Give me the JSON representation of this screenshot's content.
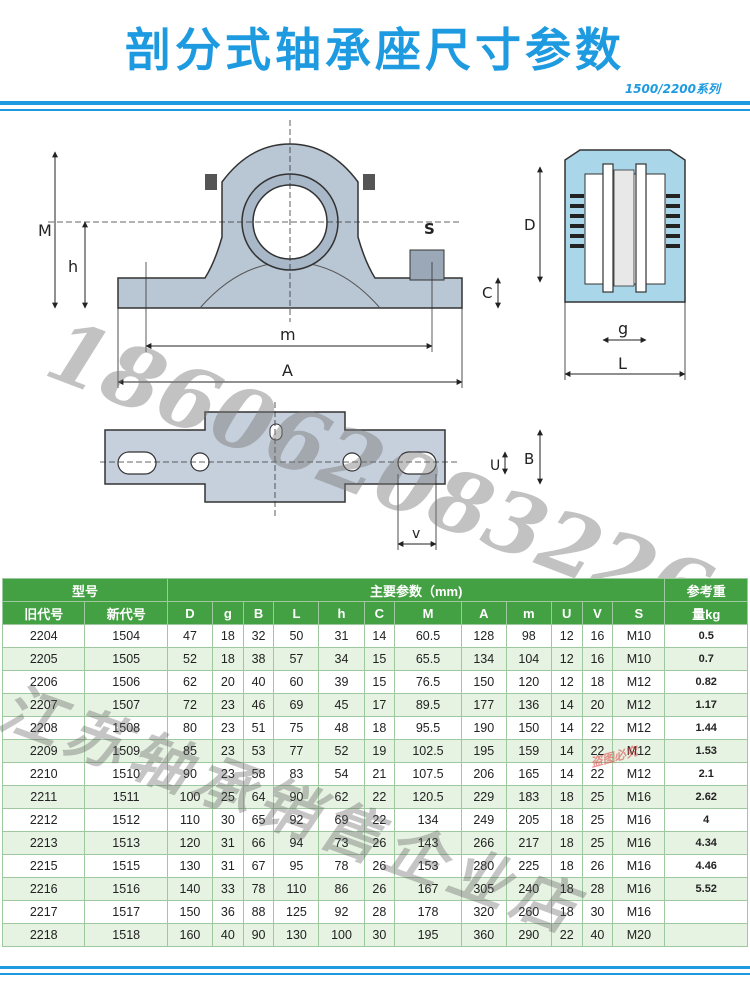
{
  "header": {
    "title": "剖分式轴承座尺寸参数",
    "series": "1500/2200系列"
  },
  "drawing_labels": {
    "M": "M",
    "h": "h",
    "S": "S",
    "C": "C",
    "m": "m",
    "A": "A",
    "D": "D",
    "g": "g",
    "L": "L",
    "U": "U",
    "B": "B",
    "V": "v"
  },
  "watermark": {
    "phone": "18606208322​6",
    "company": "江苏轴承销售企业店",
    "small": "盗图必究"
  },
  "table": {
    "group_model": "型号",
    "group_main": "主要参数（mm)",
    "group_weight": "参考重",
    "weight_unit": "量kg",
    "columns": [
      "旧代号",
      "新代号",
      "D",
      "g",
      "B",
      "L",
      "h",
      "C",
      "M",
      "A",
      "m",
      "U",
      "V",
      "S"
    ],
    "rows": [
      [
        "2204",
        "1504",
        "47",
        "18",
        "32",
        "50",
        "31",
        "14",
        "60.5",
        "128",
        "98",
        "12",
        "16",
        "M10",
        "0.5"
      ],
      [
        "2205",
        "1505",
        "52",
        "18",
        "38",
        "57",
        "34",
        "15",
        "65.5",
        "134",
        "104",
        "12",
        "16",
        "M10",
        "0.7"
      ],
      [
        "2206",
        "1506",
        "62",
        "20",
        "40",
        "60",
        "39",
        "15",
        "76.5",
        "150",
        "120",
        "12",
        "18",
        "M12",
        "0.82"
      ],
      [
        "2207",
        "1507",
        "72",
        "23",
        "46",
        "69",
        "45",
        "17",
        "89.5",
        "177",
        "136",
        "14",
        "20",
        "M12",
        "1.17"
      ],
      [
        "2208",
        "1508",
        "80",
        "23",
        "51",
        "75",
        "48",
        "18",
        "95.5",
        "190",
        "150",
        "14",
        "22",
        "M12",
        "1.44"
      ],
      [
        "2209",
        "1509",
        "85",
        "23",
        "53",
        "77",
        "52",
        "19",
        "102.5",
        "195",
        "159",
        "14",
        "22",
        "M12",
        "1.53"
      ],
      [
        "2210",
        "1510",
        "90",
        "23",
        "58",
        "83",
        "54",
        "21",
        "107.5",
        "206",
        "165",
        "14",
        "22",
        "M12",
        "2.1"
      ],
      [
        "2211",
        "1511",
        "100",
        "25",
        "64",
        "90",
        "62",
        "22",
        "120.5",
        "229",
        "183",
        "18",
        "25",
        "M16",
        "2.62"
      ],
      [
        "2212",
        "1512",
        "110",
        "30",
        "65",
        "92",
        "69",
        "22",
        "134",
        "249",
        "205",
        "18",
        "25",
        "M16",
        "4"
      ],
      [
        "2213",
        "1513",
        "120",
        "31",
        "66",
        "94",
        "73",
        "26",
        "143",
        "266",
        "217",
        "18",
        "25",
        "M16",
        "4.34"
      ],
      [
        "2215",
        "1515",
        "130",
        "31",
        "67",
        "95",
        "78",
        "26",
        "153",
        "280",
        "225",
        "18",
        "26",
        "M16",
        "4.46"
      ],
      [
        "2216",
        "1516",
        "140",
        "33",
        "78",
        "110",
        "86",
        "26",
        "167",
        "305",
        "240",
        "18",
        "28",
        "M16",
        "5.52"
      ],
      [
        "2217",
        "1517",
        "150",
        "36",
        "88",
        "125",
        "92",
        "28",
        "178",
        "320",
        "260",
        "18",
        "30",
        "M16",
        ""
      ],
      [
        "2218",
        "1518",
        "160",
        "40",
        "90",
        "130",
        "100",
        "30",
        "195",
        "360",
        "290",
        "22",
        "40",
        "M20",
        ""
      ]
    ]
  }
}
